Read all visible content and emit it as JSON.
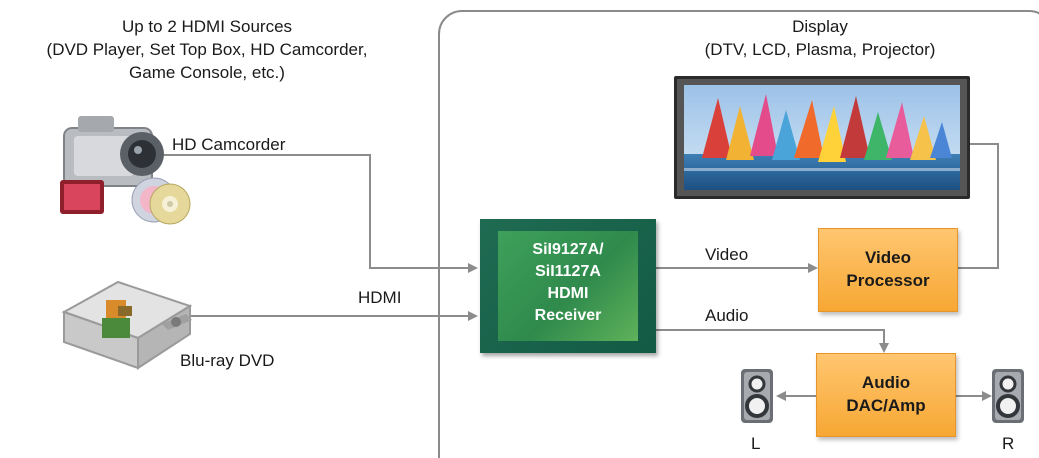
{
  "sources": {
    "heading_line1": "Up to 2 HDMI Sources",
    "heading_line2": "(DVD Player, Set Top Box, HD Camcorder,",
    "heading_line3": "Game Console, etc.)",
    "camcorder_label": "HD Camcorder",
    "bluray_label": "Blu-ray DVD",
    "hdmi_label": "HDMI"
  },
  "display": {
    "heading_line1": "Display",
    "heading_line2": "(DTV, LCD, Plasma, Projector)"
  },
  "receiver": {
    "label": "SiI9127A/\nSiI1127A\nHDMI\nReceiver"
  },
  "video_processor": {
    "label": "Video\nProcessor"
  },
  "audio_dac": {
    "label": "Audio\nDAC/Amp"
  },
  "connections": {
    "video": "Video",
    "audio": "Audio"
  },
  "speakers": {
    "left": "L",
    "right": "R"
  },
  "icons": {
    "camcorder": "camcorder-icon",
    "bluray": "bluray-player-icon",
    "display": "tv-screen-icon",
    "speaker_left": "speaker-icon",
    "speaker_right": "speaker-icon"
  },
  "colors": {
    "receiver": "#1b6a4f",
    "processor_box": "#f9b44c",
    "wire": "#8c8c8c",
    "frame": "#8a8a8a"
  }
}
